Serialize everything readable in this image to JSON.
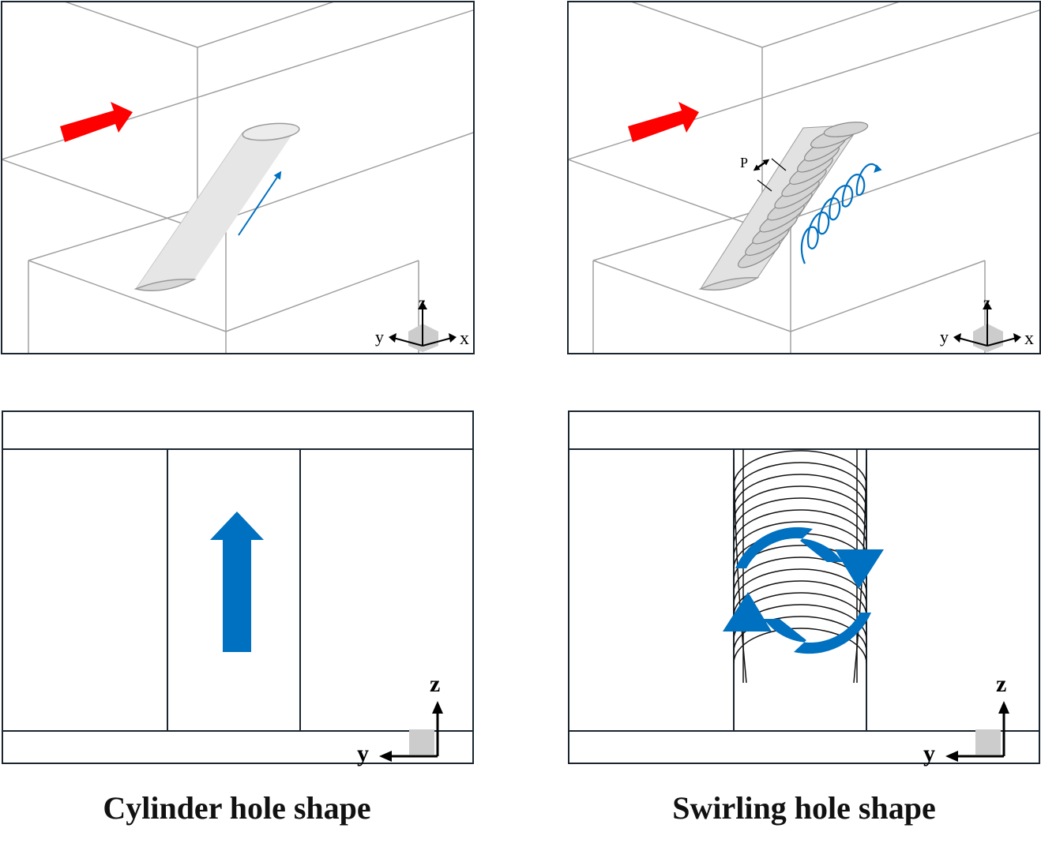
{
  "colors": {
    "flow_arrow": "#ff0000",
    "jet_arrow": "#0070c0",
    "hole_fill": "#e6e6e6",
    "edge": "#a0a0a0",
    "frame": "#1a2530"
  },
  "panels": {
    "cylinder_iso": {
      "axis_x": "x",
      "axis_y": "y",
      "axis_z": "z"
    },
    "swirl_iso": {
      "axis_x": "x",
      "axis_y": "y",
      "axis_z": "z",
      "pitch_label": "P"
    },
    "cylinder_side": {
      "axis_y": "y",
      "axis_z": "z"
    },
    "swirl_side": {
      "axis_y": "y",
      "axis_z": "z"
    }
  },
  "captions": {
    "cylinder": "Cylinder hole shape",
    "swirling": "Swirling hole shape"
  }
}
